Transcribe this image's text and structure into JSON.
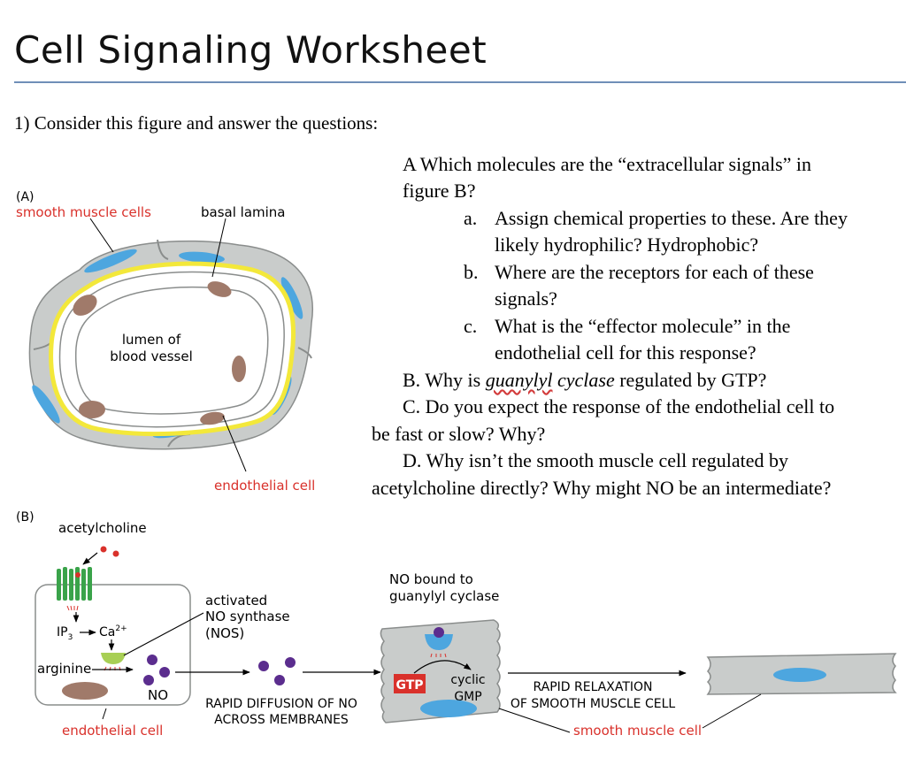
{
  "title": "Cell Signaling Worksheet",
  "question_intro": "1) Consider this figure and answer the questions:",
  "questions": {
    "a_line1": "A Which molecules are the “extracellular signals” in",
    "a_line2": "figure B?",
    "sub_a_marker": "a.",
    "sub_a_line1": "Assign chemical properties to these. Are they",
    "sub_a_line2": "likely hydrophilic? Hydrophobic?",
    "sub_b_marker": "b.",
    "sub_b_line1": "Where are the receptors for each of these",
    "sub_b_line2": "signals?",
    "sub_c_marker": "c.",
    "sub_c_line1": "What is the “effector molecule” in the",
    "sub_c_line2": "endothelial cell for this response?",
    "b_pre": "B. Why is ",
    "b_italic1": "guanylyl",
    "b_italic2": " cyclase",
    "b_post": " regulated by GTP?",
    "c_line1": "C. Do you expect the response of the endothelial cell to",
    "c_line2": "be fast or slow? Why?",
    "d_line1": "D. Why isn’t the smooth muscle cell regulated by",
    "d_line2": "acetylcholine directly? Why might NO be an intermediate?"
  },
  "figure": {
    "a_label": "(A)",
    "smooth_muscle_cells": "smooth muscle cells",
    "basal_lamina": "basal lamina",
    "lumen_line1": "lumen of",
    "lumen_line2": "blood vessel",
    "endothelial_cell": "endothelial cell",
    "b_label": "(B)",
    "acetylcholine": "acetylcholine",
    "activated": "activated",
    "no_synthase": "NO synthase",
    "nos": "(NOS)",
    "ip3": "IP",
    "ip3_sub": "3",
    "ca": "Ca",
    "ca_sup": "2+",
    "arginine": "arginine",
    "no": "NO",
    "rapid_diffusion_line1": "RAPID DIFFUSION OF NO",
    "rapid_diffusion_line2": "ACROSS MEMBRANES",
    "no_bound_line1": "NO bound to",
    "no_bound_line2": "guanylyl cyclase",
    "gtp": "GTP",
    "cyclic": "cyclic",
    "gmp": "GMP",
    "rapid_relaxation_line1": "RAPID RELAXATION",
    "rapid_relaxation_line2": "OF SMOOTH MUSCLE CELL",
    "endothelial_cell_b": "endothelial cell",
    "smooth_muscle_cell": "smooth muscle cell"
  },
  "colors": {
    "red_label": "#d9312b",
    "muscle_gray": "#c9cccb",
    "lamina_yellow": "#f3e83a",
    "nucleus_blue": "#4da6df",
    "nucleus_brown": "#a07a6a",
    "receptor_green": "#3aa34a",
    "no_purple": "#5b2d8e",
    "gtp_red": "#d9312b",
    "rule_blue": "#6f8fb8"
  }
}
